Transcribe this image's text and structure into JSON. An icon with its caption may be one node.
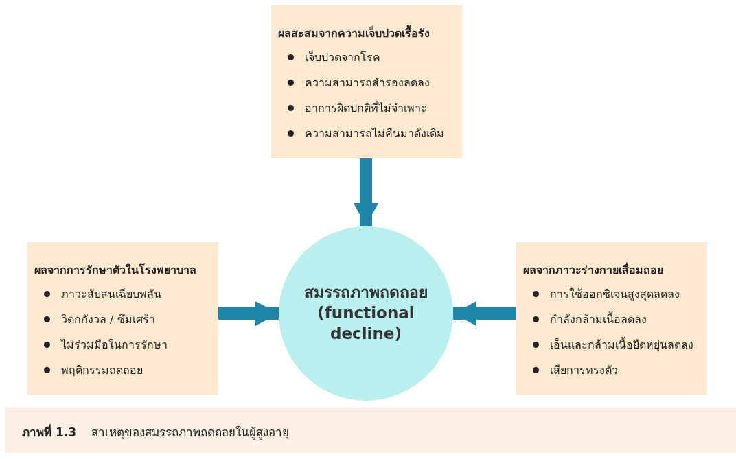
{
  "diagram": {
    "caption": "**ภาพที่ 1.3** สาเหตุของสมรรถภาพถดถอยในผู้สูงอายุ",
    "nodes": [
      {
        "text": [
          "ผลสะสมจากความเจ็บปวดเรื้อรัง",
          "เจ็บปวดจากโรค",
          "ความสามารถสำรองลดลง",
          "อาการผิดปกติที่ไม่จำเพาะ",
          "ความสามารถไม่คืนมาดังเดิม"
        ]
      },
      {
        "text": [
          "ผลจากการรักษาตัวในโรงพยาบาล",
          "ภาวะสับสนเฉียบพลัน",
          "วิตกกังวล / ซึมเศร้า",
          "ไม่ร่วมมือในการรักษา",
          "พฤติกรรมถดถอย"
        ]
      },
      {
        "text": [
          "สมรรถภาพถดถอย (functional decline)"
        ]
      },
      {
        "text": [
          "ผลจากภาวะร่างกายเสื่อมถอย",
          "การใช้ออกซิเจนสูงสุดลดลง",
          "กำลังกล้ามเนื้อลดลง",
          "เอ็นและกล้ามเนื้อยืดหยุ่นลดลง",
          "เสียการทรงตัว"
        ]
      }
    ],
    "edges": [
      {
        "from": 0,
        "to": 2,
        "arrow": "to"
      },
      {
        "from": 1,
        "to": 2,
        "arrow": "to"
      },
      {
        "from": 3,
        "to": 2,
        "arrow": "to"
      }
    ]
  }
}
